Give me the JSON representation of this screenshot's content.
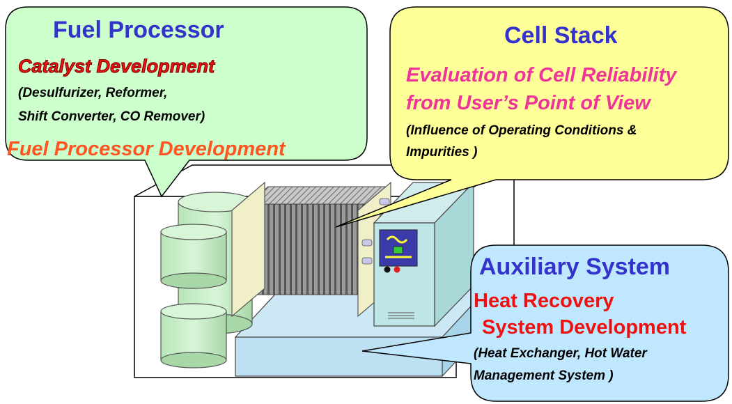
{
  "fuel_processor": {
    "title": "Fuel Processor",
    "subtitle": "Catalyst Development",
    "detail_line1": "(Desulfurizer, Reformer,",
    "detail_line2": "Shift Converter, CO Remover)",
    "footer": "Fuel Processor Development"
  },
  "cell_stack": {
    "title": "Cell Stack",
    "subtitle_line1": "Evaluation of Cell Reliability",
    "subtitle_line2": "from User’s Point of View",
    "detail_line1": "(Influence of Operating Conditions &",
    "detail_line2": "Impurities )"
  },
  "auxiliary": {
    "title": "Auxiliary System",
    "subtitle_line1": "Heat Recovery",
    "subtitle_line2": "System Development",
    "detail_line1": "(Heat Exchanger, Hot Water",
    "detail_line2": "Management System )"
  },
  "colors": {
    "green_bubble": "#ccffcc",
    "yellow_bubble": "#ffff99",
    "blue_bubble": "#bfe8ff",
    "title_blue": "#3333cc",
    "red": "#ee1111",
    "orange": "#ff5522",
    "pink": "#ee3399"
  },
  "icons": [
    "power-conditioner-icon",
    "indicator-lights"
  ]
}
